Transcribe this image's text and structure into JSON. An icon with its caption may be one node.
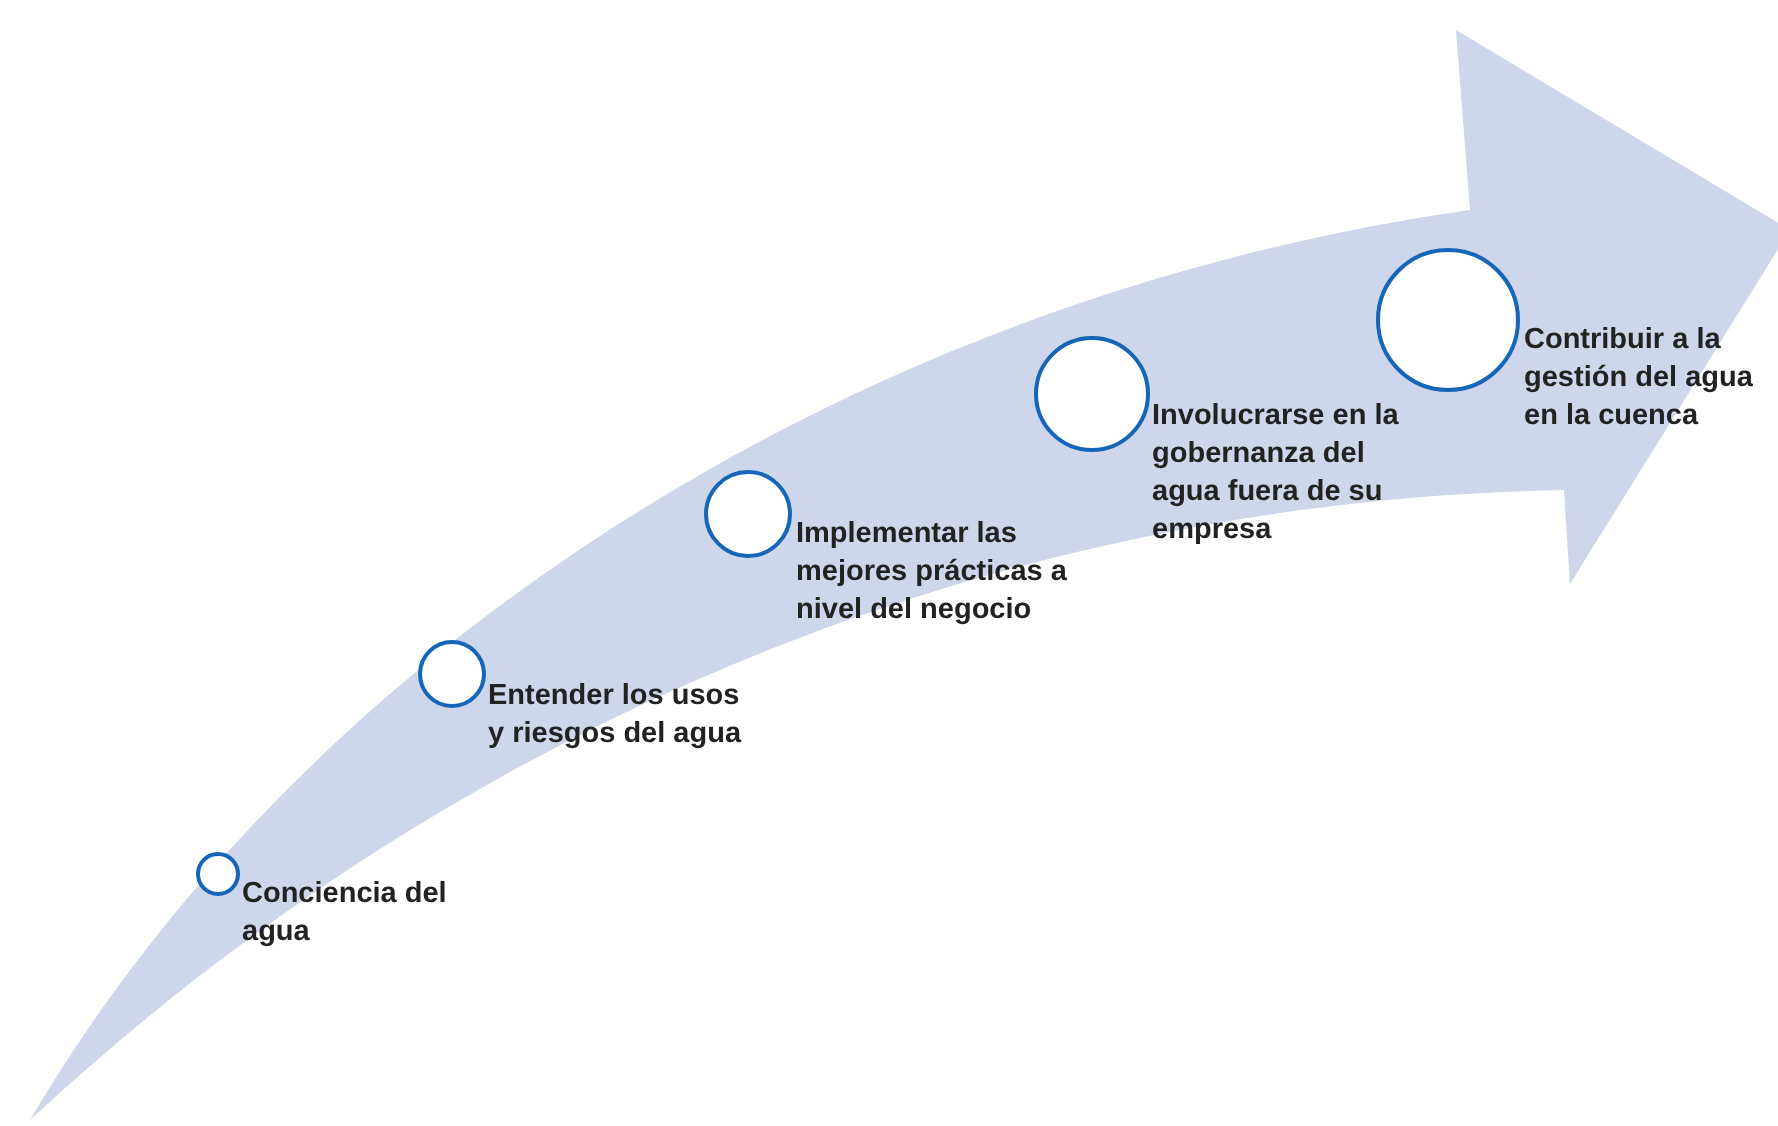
{
  "diagram": {
    "nodes": [
      {
        "text": [],
        "shape": "circle",
        "beside": [
          "Conciencia del agua"
        ]
      },
      {
        "text": [],
        "shape": "circle",
        "beside": [
          "Entender los usos y riesgos del agua"
        ]
      },
      {
        "text": [],
        "shape": "circle",
        "beside": [
          "Implementar las mejores prácticas a nivel del negocio"
        ]
      },
      {
        "text": [],
        "shape": "circle",
        "beside": [
          "Involucrarse en la gobernanza del agua fuera de su empresa"
        ]
      },
      {
        "text": [],
        "shape": "circle",
        "beside": [
          "Contribuir a la gestión del agua en la cuenca"
        ]
      }
    ]
  }
}
